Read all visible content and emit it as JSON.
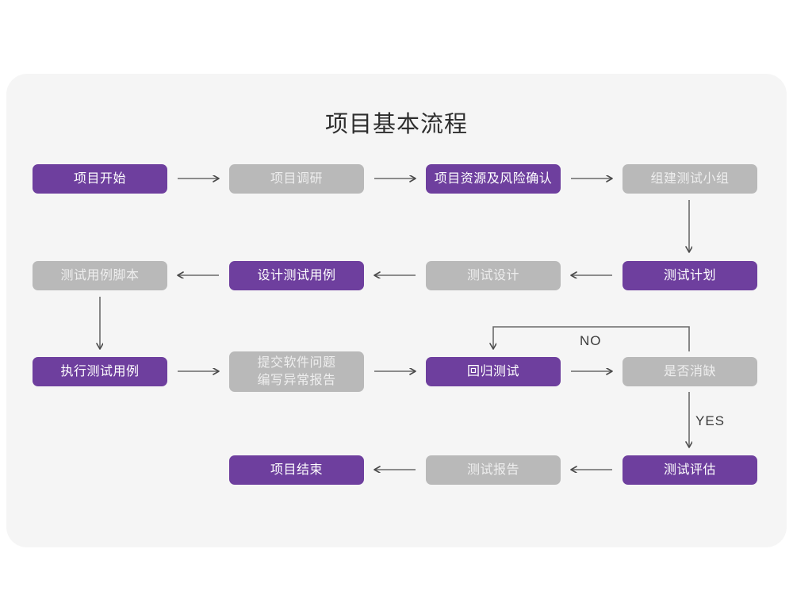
{
  "page": {
    "title": "项目基本流程",
    "background_color": "#ffffff",
    "card_color": "#f5f5f5"
  },
  "palette": {
    "purple": "#6e3f9e",
    "gray": "#b9b9b9",
    "purple_text": "#ffffff",
    "gray_text": "#eeeeee",
    "connector": "#5a5a5a"
  },
  "flow": {
    "nodes": [
      {
        "id": "n1",
        "label": "项目开始",
        "style": "purple",
        "row": 1,
        "col": 1
      },
      {
        "id": "n2",
        "label": "项目调研",
        "style": "gray",
        "row": 1,
        "col": 2
      },
      {
        "id": "n3",
        "label": "项目资源及风险确认",
        "style": "purple",
        "row": 1,
        "col": 3
      },
      {
        "id": "n4",
        "label": "组建测试小组",
        "style": "gray",
        "row": 1,
        "col": 4
      },
      {
        "id": "n5",
        "label": "测试用例脚本",
        "style": "gray",
        "row": 2,
        "col": 1
      },
      {
        "id": "n6",
        "label": "设计测试用例",
        "style": "purple",
        "row": 2,
        "col": 2
      },
      {
        "id": "n7",
        "label": "测试设计",
        "style": "gray",
        "row": 2,
        "col": 3
      },
      {
        "id": "n8",
        "label": "测试计划",
        "style": "purple",
        "row": 2,
        "col": 4
      },
      {
        "id": "n9",
        "label": "执行测试用例",
        "style": "purple",
        "row": 3,
        "col": 1
      },
      {
        "id": "n10",
        "label": "提交软件问题\n编写异常报告",
        "style": "gray",
        "row": 3,
        "col": 2
      },
      {
        "id": "n11",
        "label": "回归测试",
        "style": "purple",
        "row": 3,
        "col": 3
      },
      {
        "id": "n12",
        "label": "是否消缺",
        "style": "gray",
        "row": 3,
        "col": 4
      },
      {
        "id": "n13",
        "label": "项目结束",
        "style": "purple",
        "row": 4,
        "col": 2
      },
      {
        "id": "n14",
        "label": "测试报告",
        "style": "gray",
        "row": 4,
        "col": 3
      },
      {
        "id": "n15",
        "label": "测试评估",
        "style": "purple",
        "row": 4,
        "col": 4
      }
    ],
    "edge_labels": {
      "no": "NO",
      "yes": "YES"
    }
  }
}
